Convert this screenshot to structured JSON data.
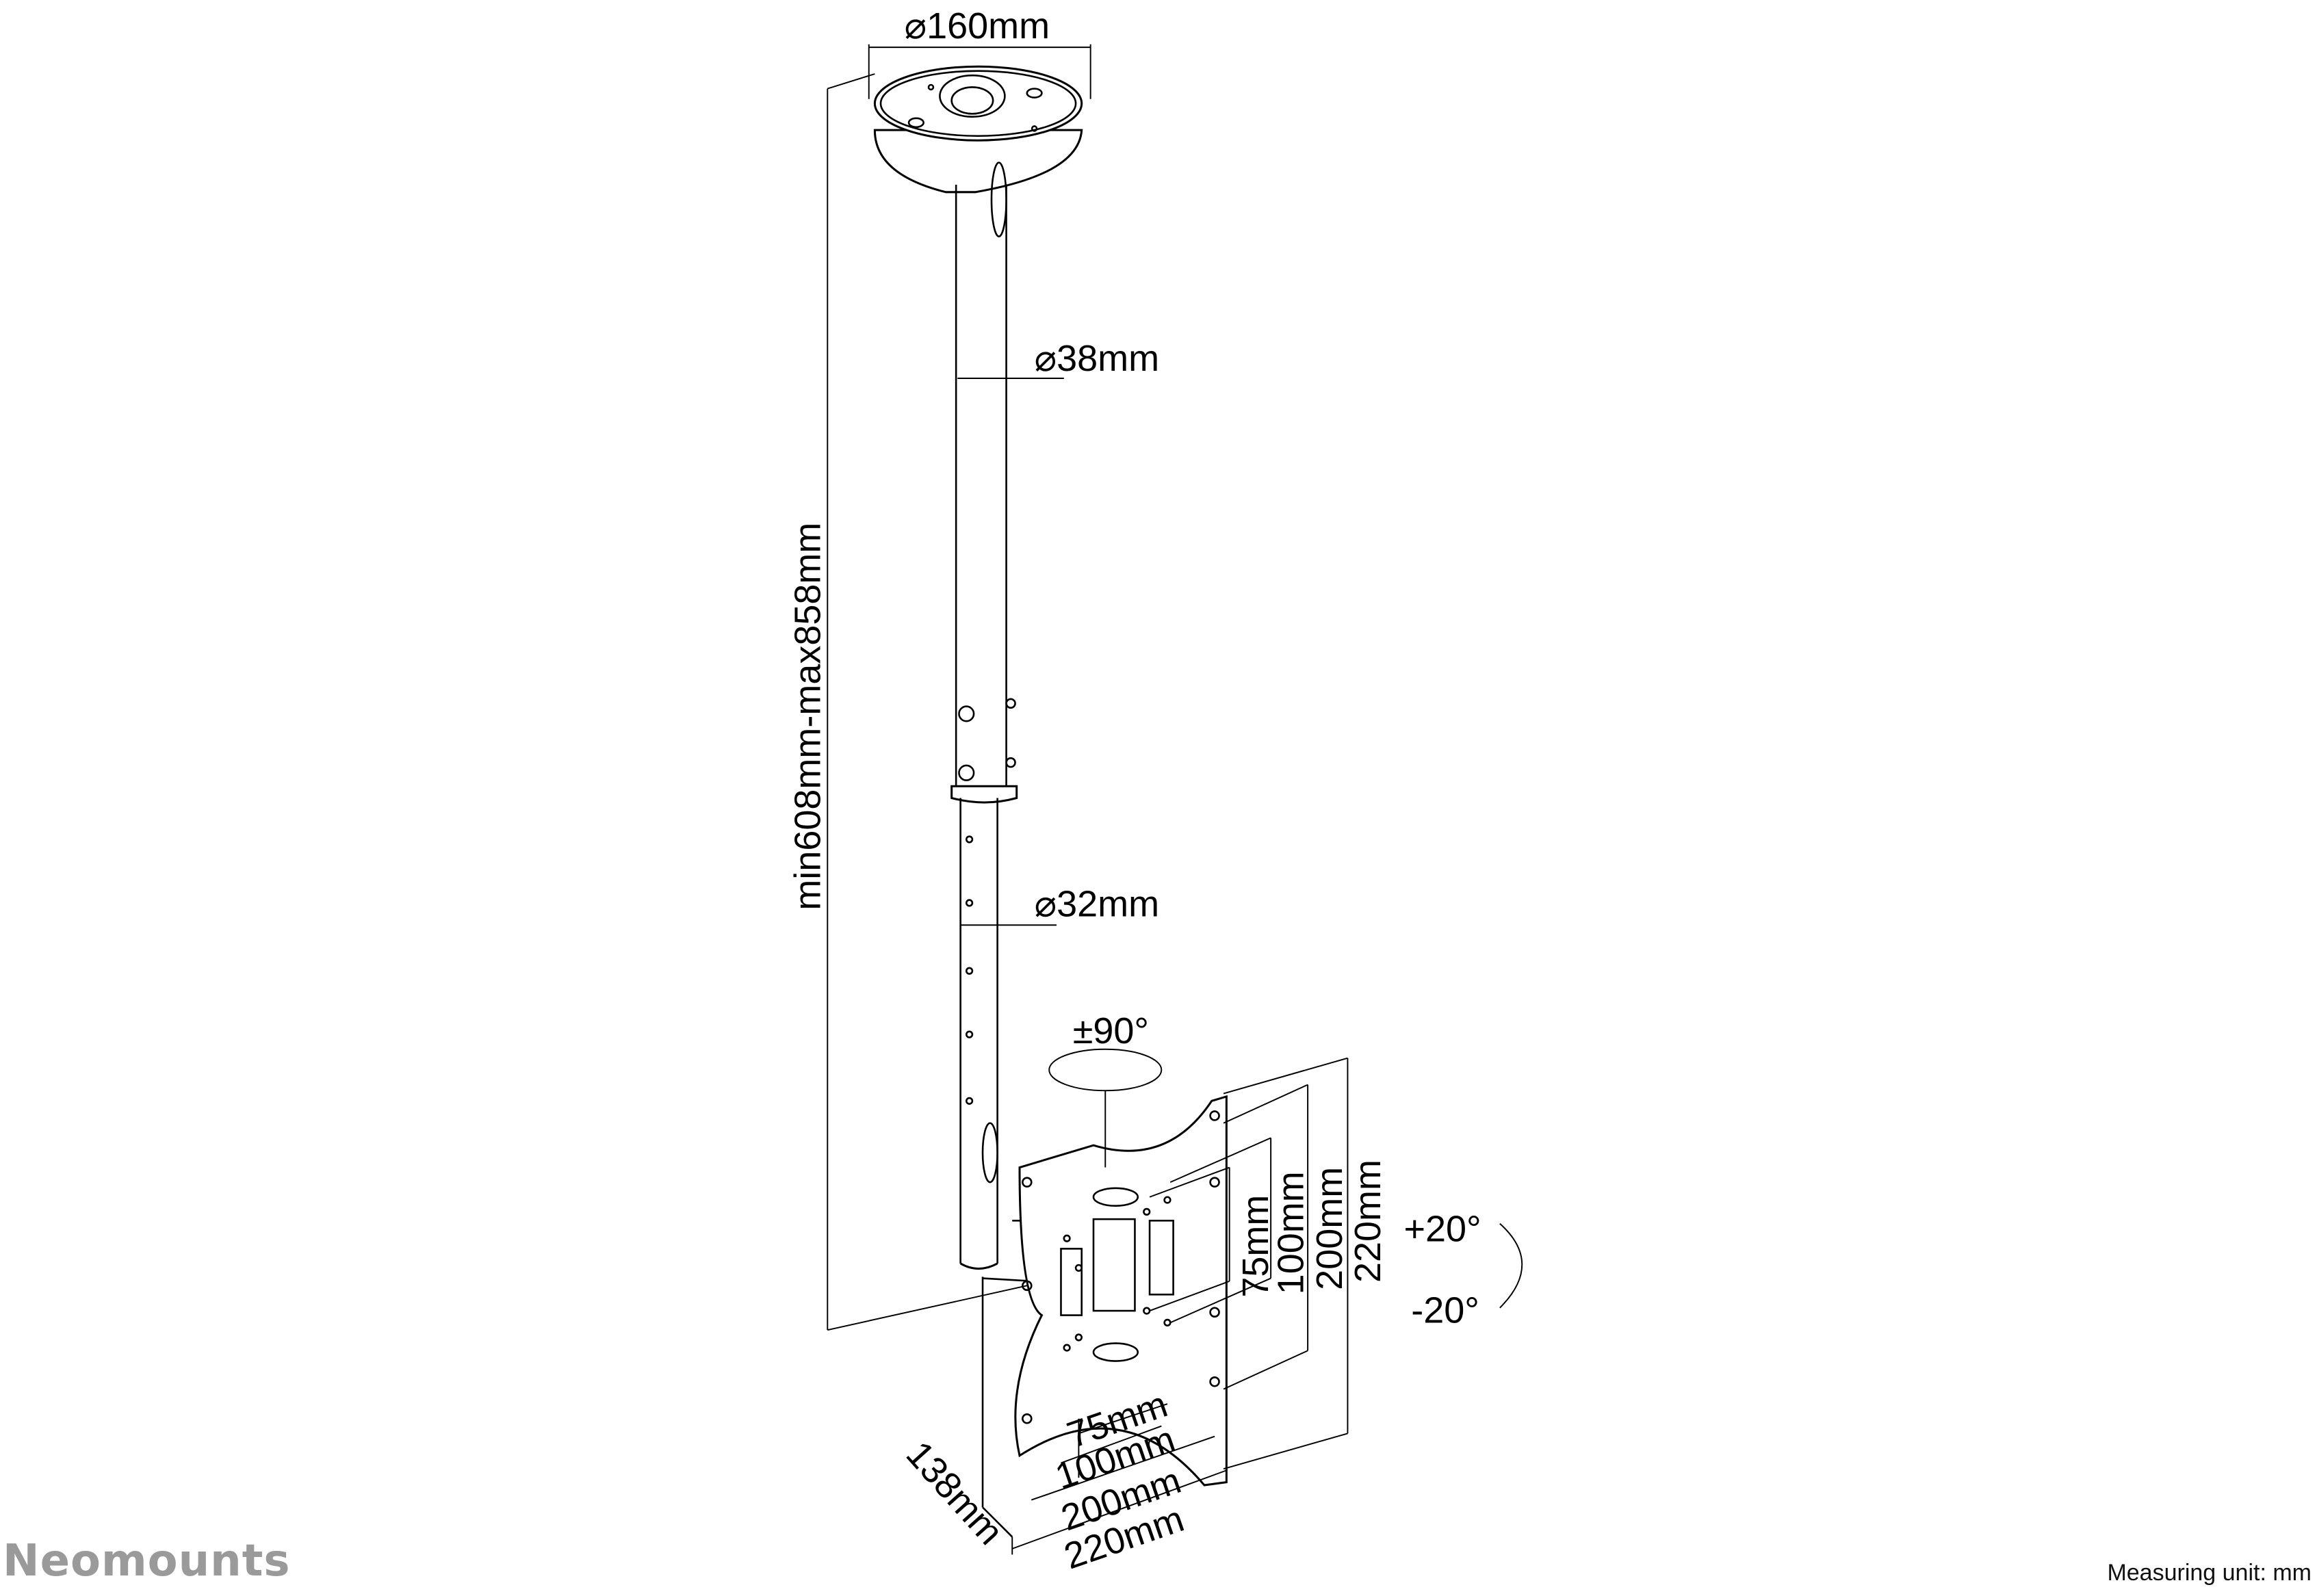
{
  "diagram": {
    "title": "Ceiling TV mount technical drawing",
    "labels": {
      "base_diameter": "160mm",
      "upper_pole_diameter": "38mm",
      "lower_pole_diameter": "32mm",
      "height_range": "min608mm-max858mm",
      "swivel": "90°",
      "tilt_up": "+20°",
      "tilt_down": "-20°",
      "depth": "138mm",
      "vesa_v": [
        "75mm",
        "100mm",
        "200mm",
        "220mm"
      ],
      "vesa_h": [
        "75mm",
        "100mm",
        "200mm",
        "220mm"
      ]
    },
    "symbols": {
      "diameter": "⌀",
      "plus_minus": "±"
    }
  },
  "footer": {
    "brand": "Neomounts",
    "measuring_unit": "Measuring unit: mm"
  }
}
